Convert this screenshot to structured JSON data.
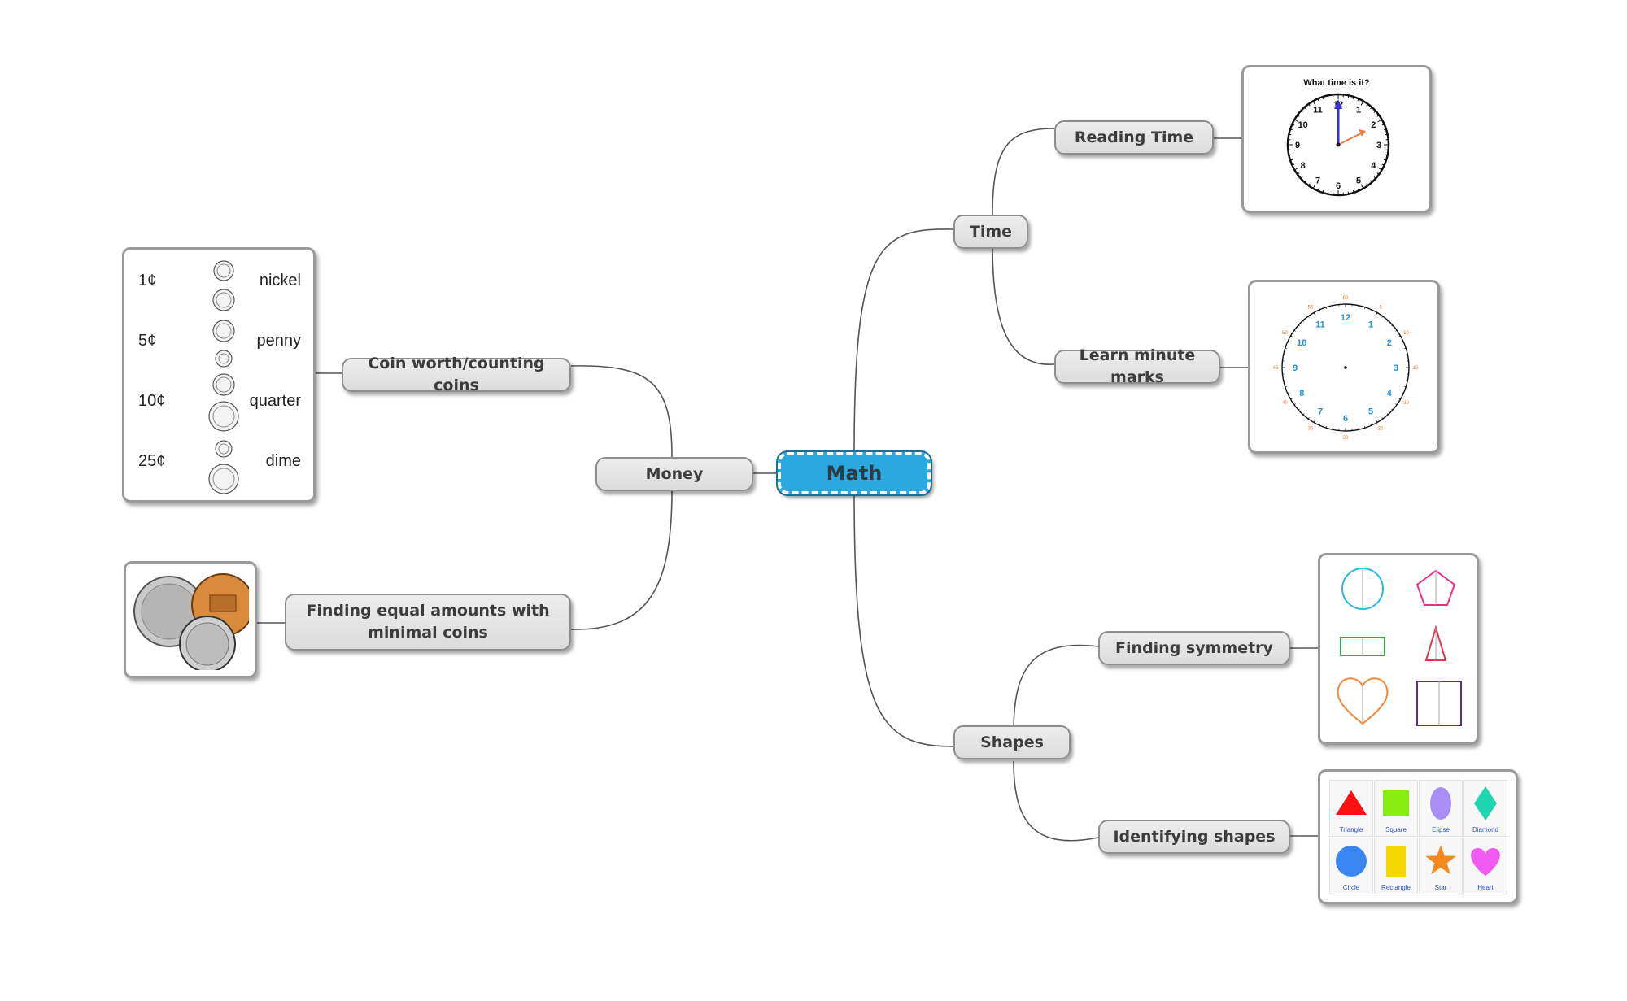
{
  "root": {
    "label": "Math",
    "color": "#2aa9e0"
  },
  "branches": {
    "money": {
      "label": "Money"
    },
    "time": {
      "label": "Time"
    },
    "shapes": {
      "label": "Shapes"
    },
    "coin_worth": {
      "label": "Coin worth/counting coins"
    },
    "equal_amounts": {
      "label": "Finding equal amounts with minimal coins"
    },
    "reading_time": {
      "label": "Reading Time"
    },
    "minute_marks": {
      "label": "Learn minute marks"
    },
    "symmetry": {
      "label": "Finding symmetry"
    },
    "identifying_shapes": {
      "label": "Identifying shapes"
    }
  },
  "coin_chart": {
    "rows": [
      {
        "amount": "1¢",
        "name": "nickel"
      },
      {
        "amount": "5¢",
        "name": "penny"
      },
      {
        "amount": "10¢",
        "name": "quarter"
      },
      {
        "amount": "25¢",
        "name": "dime"
      }
    ]
  },
  "clock_quiz": {
    "title": "What time is it?",
    "numbers": [
      "12",
      "1",
      "2",
      "3",
      "4",
      "5",
      "6",
      "7",
      "8",
      "9",
      "10",
      "11"
    ]
  },
  "minute_clock": {
    "hour_numbers": [
      "12",
      "1",
      "2",
      "3",
      "4",
      "5",
      "6",
      "7",
      "8",
      "9",
      "10",
      "11"
    ],
    "minute_labels": [
      "60",
      "5",
      "10",
      "15",
      "20",
      "25",
      "30",
      "35",
      "40",
      "45",
      "50",
      "55"
    ],
    "hour_color": "#1e90e0",
    "minute_color": "#f07a2a"
  },
  "symmetry_shapes": [
    {
      "shape": "circle",
      "color": "#29b6e8"
    },
    {
      "shape": "pentagon",
      "color": "#e8338a"
    },
    {
      "shape": "rectangle",
      "color": "#2eaa4a"
    },
    {
      "shape": "triangle",
      "color": "#e0344a"
    },
    {
      "shape": "heart",
      "color": "#f08a3a"
    },
    {
      "shape": "square",
      "color": "#6a2a8a"
    }
  ],
  "shape_cards": [
    {
      "label": "Triangle",
      "shape": "triangle",
      "color": "#ff1010"
    },
    {
      "label": "Square",
      "shape": "square",
      "color": "#88ee10"
    },
    {
      "label": "Elipse",
      "shape": "ellipse",
      "color": "#a98ef5"
    },
    {
      "label": "Diamond",
      "shape": "diamond",
      "color": "#20d6b0"
    },
    {
      "label": "Circle",
      "shape": "circle",
      "color": "#3a86f0"
    },
    {
      "label": "Rectangle",
      "shape": "rectangle",
      "color": "#f5d800"
    },
    {
      "label": "Star",
      "shape": "star",
      "color": "#f58a1a"
    },
    {
      "label": "Heart",
      "shape": "heart",
      "color": "#f05af0"
    }
  ]
}
